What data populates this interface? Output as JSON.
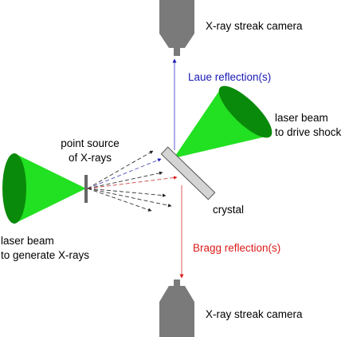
{
  "labels": {
    "camera_top": "X-ray streak camera",
    "camera_bottom": "X-ray streak camera",
    "laue": "Laue reflection(s)",
    "bragg": "Bragg reflection(s)",
    "drive_line1": "laser beam",
    "drive_line2": "to drive shock",
    "source_line1": "point source",
    "source_line2": "of X-rays",
    "generate_line1": "laser beam",
    "generate_line2": "to generate X-rays",
    "crystal": "crystal"
  },
  "colors": {
    "laser_green": "#22e022",
    "laser_dark": "#0a8a0a",
    "camera_gray": "#7a7a7a",
    "laue_blue": "#1a1ab4",
    "bragg_red": "#dc1a1a",
    "crystal_fill": "#d4d4d4"
  }
}
